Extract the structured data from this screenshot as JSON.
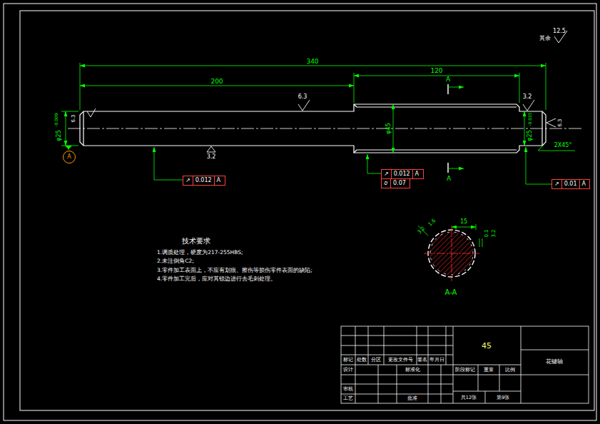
{
  "diagram": {
    "nodes": [
      {
        "text": [
          "A"
        ]
      },
      {
        "text": [
          "↗",
          "0.012",
          "A"
        ]
      },
      {
        "text": [
          "↗",
          "0.012",
          "A"
        ]
      },
      {
        "text": [
          "⌭",
          "0.07"
        ]
      },
      {
        "text": [
          "↗",
          "0.01",
          "A"
        ]
      }
    ],
    "labels": [
      "其余",
      "12.5",
      "340",
      "200",
      "120",
      "A",
      "6.3",
      "3.2",
      "6.3",
      "φ25",
      "-0.009",
      "φ45",
      "φ25",
      "-0.035",
      "6.3",
      "3.2",
      "2X45°",
      "A",
      "1.6",
      "3.2",
      "15",
      "0.1",
      "3.2",
      "A-A",
      "技术要求",
      "1.调质处理，硬度为217-255HBS;",
      "2.未注倒角C2;",
      "3.零件加工表面上，不应有划痕、擦伤等损伤零件表面的缺陷;",
      "4.零件加工完后，应对其锐边进行去毛刺处理。",
      "45",
      "花键轴",
      "标记",
      "处数",
      "分区",
      "更改文件号",
      "签名",
      "年月日",
      "设计",
      "标准化",
      "审核",
      "工艺",
      "批准",
      "阶段标记",
      "重量",
      "比例",
      "共12张",
      "第9张"
    ]
  }
}
